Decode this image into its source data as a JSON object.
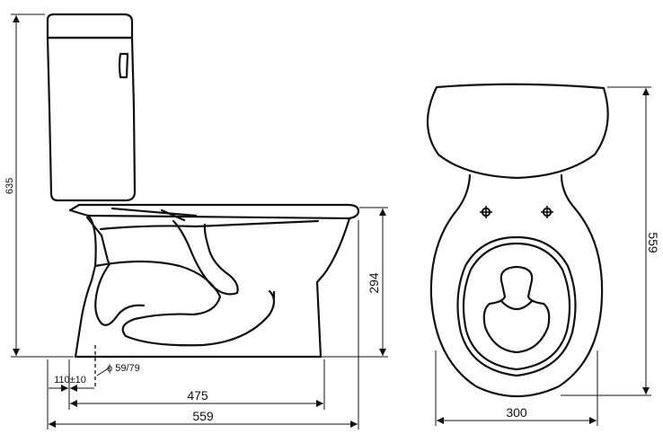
{
  "side_view": {
    "height_label": "635",
    "rim_height_label": "294",
    "outlet_offset_label": "110±10",
    "outlet_diameter_label": "ϕ 59/79",
    "outlet_length_label": "475",
    "total_length_label": "559"
  },
  "top_view": {
    "length_label": "559",
    "width_label": "300"
  }
}
